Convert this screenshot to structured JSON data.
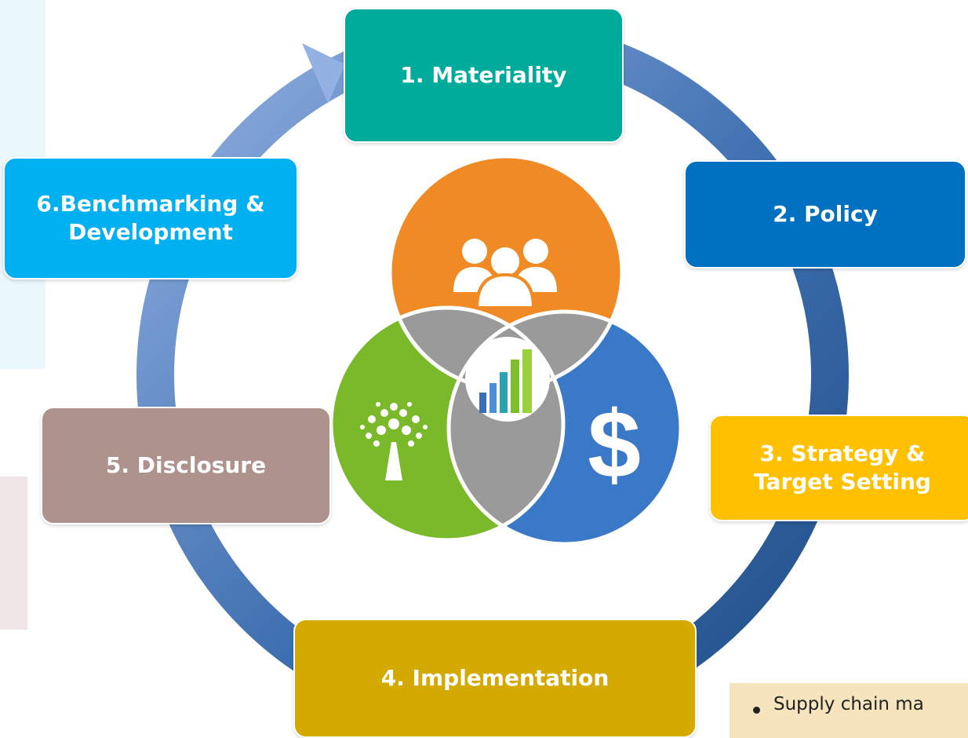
{
  "steps": [
    {
      "id": 1,
      "label": "1. Materiality",
      "color": "#00ab9c"
    },
    {
      "id": 2,
      "label": "2. Policy",
      "color": "#0070c0"
    },
    {
      "id": 3,
      "label": "3. Strategy &\nTarget Setting",
      "color": "#ffc000"
    },
    {
      "id": 4,
      "label": "4. Implementation",
      "color": "#d4a900"
    },
    {
      "id": 5,
      "label": "5. Disclosure",
      "color": "#ae928c"
    },
    {
      "id": 6,
      "label": "6.Benchmarking &\nDevelopment",
      "color": "#00b0f0"
    }
  ],
  "center_graphic": {
    "top_circle_icon": "people-group-icon",
    "left_circle_icon": "tree-icon",
    "right_circle_icon": "dollar-icon",
    "middle_icon": "bar-chart-icon",
    "right_circle_glyph": "$",
    "colors": {
      "social": "#f08a24",
      "environment": "#7ab929",
      "economic": "#3a78c8",
      "overlap": "#9a9a9a"
    }
  },
  "cycle_arrow": {
    "color_light": "#93b1e2",
    "color_dark": "#1f4e86"
  },
  "side_note": {
    "text": "Supply chain ma"
  },
  "colors": {
    "panel_top_left": "#eaf7fc",
    "panel_mid_left": "#eee5e4",
    "note_background": "#f5e4bd"
  }
}
